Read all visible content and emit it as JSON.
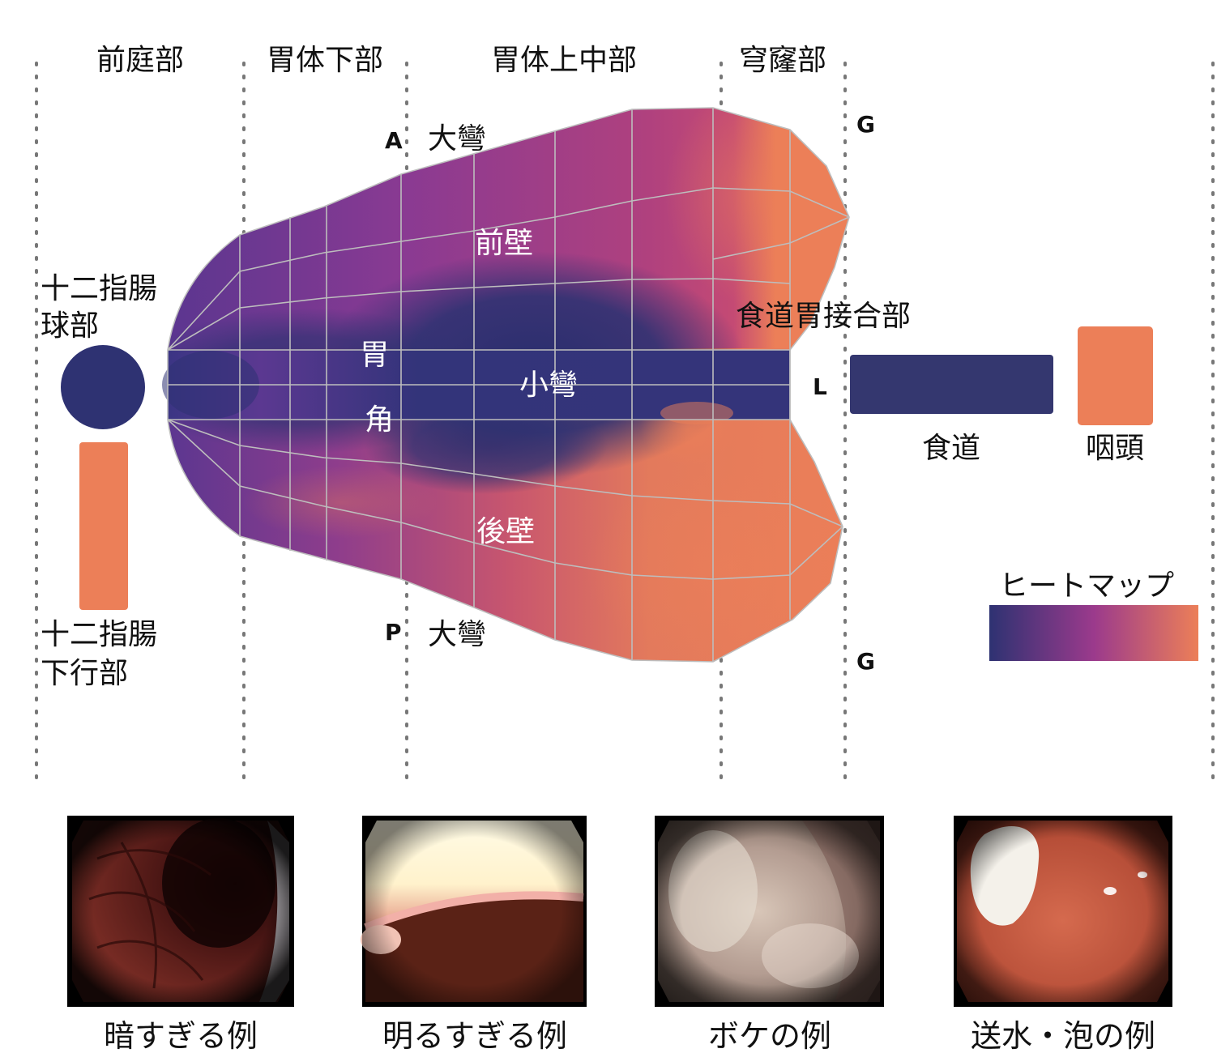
{
  "regions": [
    "前庭部",
    "胃体下部",
    "胃体上中部",
    "穹窿部"
  ],
  "labels": {
    "duodenal_bulb": [
      "十二指腸",
      "球部"
    ],
    "duodenal_descending": [
      "十二指腸",
      "下行部"
    ],
    "greater_curvature_top": "大彎",
    "greater_curvature_bottom": "大彎",
    "anterior_wall": "前壁",
    "posterior_wall": "後壁",
    "lesser_curvature": "小彎",
    "angulus": [
      "胃",
      "角"
    ],
    "ej_junction": "食道胃接合部",
    "esophagus": "食道",
    "pharynx": "咽頭",
    "marker_a": "A",
    "marker_p": "P",
    "marker_g_top": "G",
    "marker_g_bottom": "G",
    "marker_l": "L"
  },
  "legend": {
    "title": "ヒートマップ",
    "low_color": "#2e3272",
    "mid_color": "#9b3a8c",
    "high_color": "#ec7f58"
  },
  "colors": {
    "low": "#2e3272",
    "high": "#ec7f58"
  },
  "examples": [
    {
      "caption": "暗すぎる例",
      "kind": "dark"
    },
    {
      "caption": "明るすぎる例",
      "kind": "bright"
    },
    {
      "caption": "ボケの例",
      "kind": "blur"
    },
    {
      "caption": "送水・泡の例",
      "kind": "foam"
    }
  ]
}
